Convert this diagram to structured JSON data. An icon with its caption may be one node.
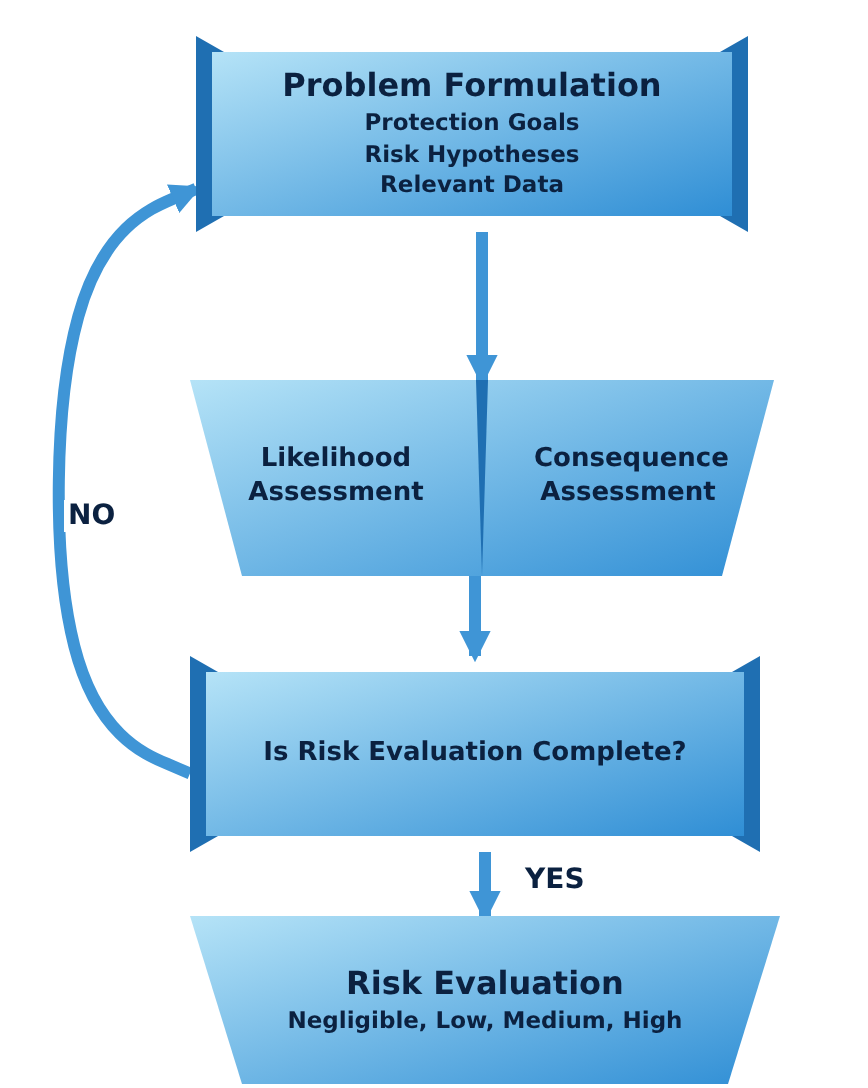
{
  "diagram": {
    "nodes": [
      {
        "text": [
          "Problem Formulation",
          "Protection Goals Risk Hypotheses Relevant Data"
        ]
      },
      {
        "text": [],
        "shape": "trapezoid"
      },
      {
        "text": [
          "Likelihood Assessment"
        ],
        "in": 1
      },
      {
        "text": [
          "Consequence Assessment"
        ],
        "in": 1
      },
      {
        "text": [
          "Is Risk Evaluation Complete?"
        ]
      },
      {
        "text": [
          "Risk Evaluation",
          "Negligible, Low, Medium, High"
        ]
      }
    ],
    "edges": [
      {
        "from": 0,
        "to": 1,
        "arrow": "to"
      },
      {
        "from": 1,
        "to": 4,
        "arrow": "to"
      },
      {
        "from": 4,
        "to": 0,
        "arrow": "to",
        "label": "NO"
      },
      {
        "from": 4,
        "to": 5,
        "arrow": "to",
        "label": "YES"
      }
    ]
  }
}
